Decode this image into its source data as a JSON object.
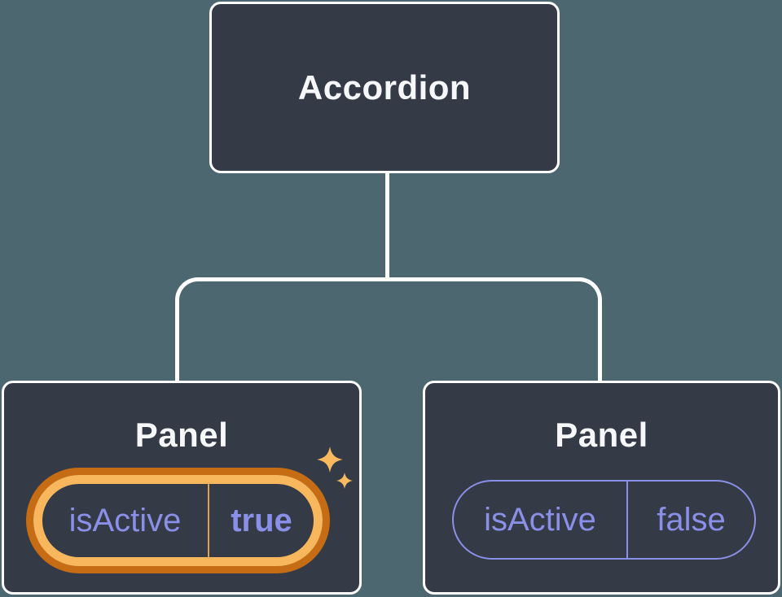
{
  "diagram": {
    "root": {
      "label": "Accordion"
    },
    "panels": [
      {
        "title": "Panel",
        "state": {
          "name": "isActive",
          "value": "true"
        },
        "highlighted": true
      },
      {
        "title": "Panel",
        "state": {
          "name": "isActive",
          "value": "false"
        },
        "highlighted": false
      }
    ],
    "colors": {
      "background": "#4D6771",
      "node_fill": "#343A46",
      "node_border": "#FFFFFF",
      "label_text": "#F6F7F9",
      "state_purple": "#8A8FE8",
      "highlight_orange_dark": "#C56C14",
      "highlight_gold": "#F8B75C",
      "highlight_divider": "#E0A04A",
      "sparkle_gold": "#F9BA5F",
      "connector_white": "#FFFFFF"
    }
  }
}
